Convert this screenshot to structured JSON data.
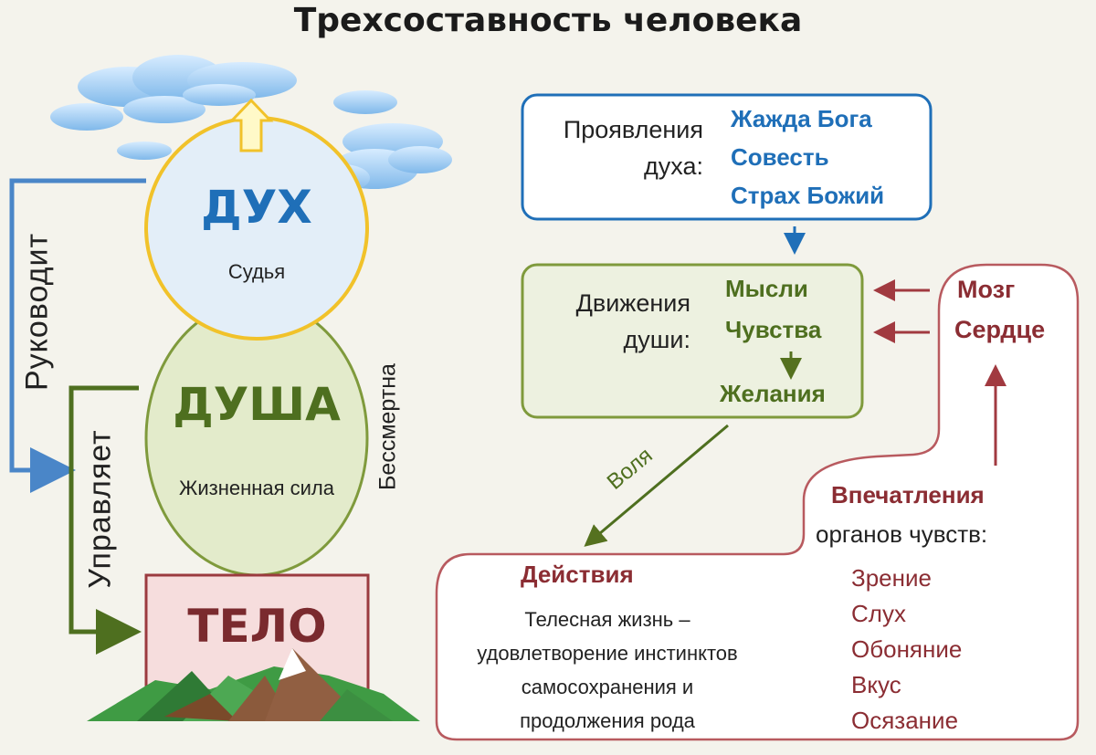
{
  "title": "Трехсоставность человека",
  "spirit": {
    "name": "ДУХ",
    "role": "Судья"
  },
  "soul": {
    "name": "ДУША",
    "subtitle": "Жизненная сила",
    "side_label": "Бессмертна"
  },
  "body": {
    "name": "ТЕЛО"
  },
  "left_arrows": {
    "guides": "Руководит",
    "controls": "Управляет"
  },
  "spirit_box": {
    "label": "Проявления духа:",
    "items": [
      "Жажда Бога",
      "Совесть",
      "Страх Божий"
    ]
  },
  "soul_box": {
    "label": "Движения души:",
    "items": [
      "Мысли",
      "Чувства",
      "Желания"
    ]
  },
  "will_label": "Воля",
  "brain_heart": [
    "Мозг",
    "Сердце"
  ],
  "impressions": {
    "title": "Впечатления",
    "subtitle": "органов чувств:",
    "senses": [
      "Зрение",
      "Слух",
      "Обоняние",
      "Вкус",
      "Осязание"
    ]
  },
  "actions": {
    "title": "Действия",
    "lines": [
      "Телесная жизнь –",
      "удовлетворение инстинктов",
      "самосохранения и",
      "продолжения рода"
    ]
  },
  "colors": {
    "spirit_blue": "#1f6fb8",
    "soul_green": "#4e6f1f",
    "body_red": "#8b2d33",
    "arrow_blue": "#4a86c8"
  }
}
